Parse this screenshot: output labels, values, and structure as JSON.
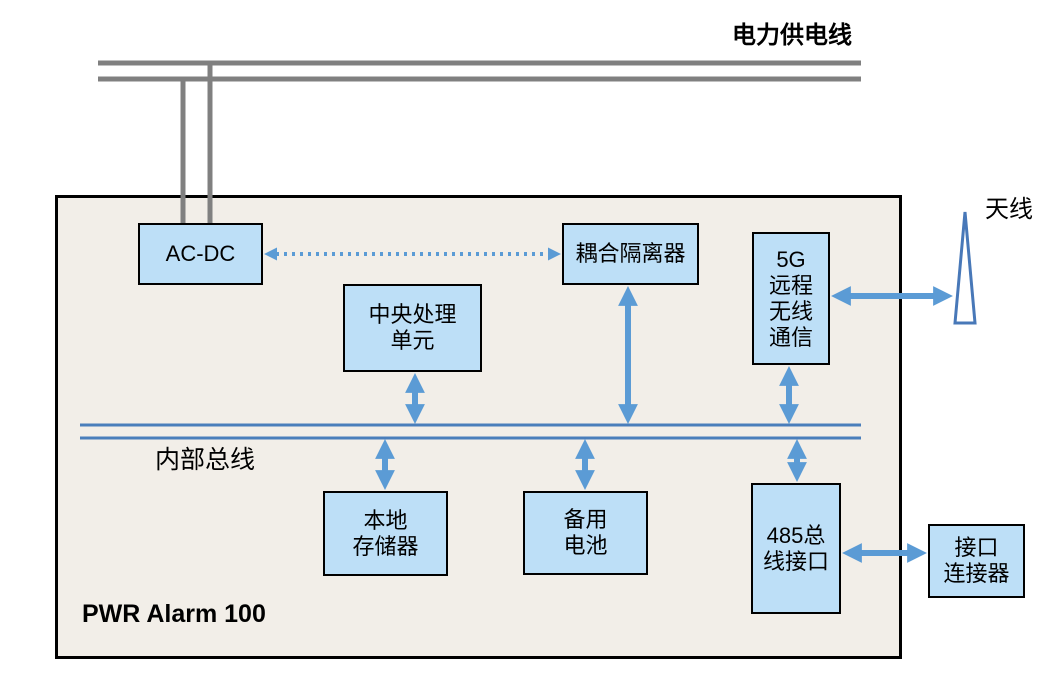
{
  "diagram": {
    "labels": {
      "power_supply_line": "电力供电线",
      "antenna": "天线",
      "internal_bus": "内部总线",
      "device_title": "PWR Alarm 100"
    },
    "blocks": {
      "acdc": {
        "label": "AC-DC"
      },
      "coupler": {
        "label": "耦合隔离器"
      },
      "cpu": {
        "label": "中央处理\n单元"
      },
      "wireless_5g": {
        "label": "5G\n远程\n无线\n通信"
      },
      "local_memory": {
        "label": "本地\n存储器"
      },
      "backup_battery": {
        "label": "备用\n电池"
      },
      "bus_485": {
        "label": "485总\n线接口"
      },
      "interface_connector": {
        "label": "接口\n连接器"
      }
    },
    "connections": [
      {
        "from": "电力供电线",
        "to": "AC-DC",
        "style": "power-line",
        "direction": "in"
      },
      {
        "from": "AC-DC",
        "to": "耦合隔离器",
        "style": "dotted-arrow",
        "direction": "both"
      },
      {
        "from": "耦合隔离器",
        "to": "内部总线",
        "style": "solid-arrow",
        "direction": "both"
      },
      {
        "from": "中央处理单元",
        "to": "内部总线",
        "style": "solid-arrow",
        "direction": "both"
      },
      {
        "from": "5G远程无线通信",
        "to": "内部总线",
        "style": "solid-arrow",
        "direction": "both"
      },
      {
        "from": "内部总线",
        "to": "本地存储器",
        "style": "solid-arrow",
        "direction": "both"
      },
      {
        "from": "内部总线",
        "to": "备用电池",
        "style": "solid-arrow",
        "direction": "both"
      },
      {
        "from": "内部总线",
        "to": "485总线接口",
        "style": "solid-arrow",
        "direction": "both"
      },
      {
        "from": "5G远程无线通信",
        "to": "天线",
        "style": "solid-arrow",
        "direction": "both"
      },
      {
        "from": "485总线接口",
        "to": "接口连接器",
        "style": "solid-arrow",
        "direction": "both"
      }
    ],
    "icons": {
      "antenna": "tall-triangle-antenna-outline"
    },
    "colors": {
      "block_fill": "#BDDFF7",
      "block_border": "#000000",
      "enclosure_fill": "#F2EEE8",
      "enclosure_border": "#000000",
      "power_line_gray": "#808080",
      "bus_line_blue": "#4A7EBB",
      "arrow_blue": "#5B9BD5",
      "antenna_stroke": "#4878B8"
    }
  }
}
